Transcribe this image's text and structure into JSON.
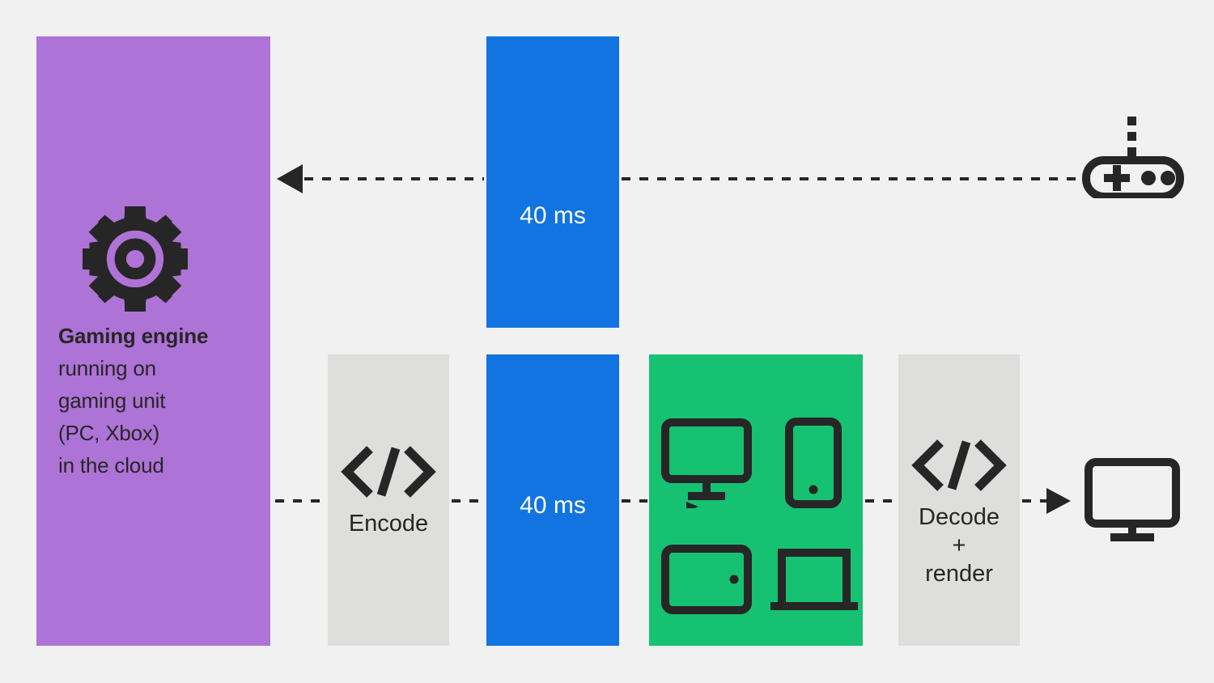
{
  "background_color": "#f1f1f1",
  "colors": {
    "purple": "#ae73d6",
    "blue": "#1274e0",
    "green": "#16c172",
    "gray": "#dededd",
    "ink": "#262626",
    "white": "#ffffff"
  },
  "engine_panel": {
    "icon": "gear-icon",
    "title": "Gaming engine",
    "body": "running on\ngaming unit\n(PC, Xbox)\nin the cloud"
  },
  "latency": {
    "top_label": "40 ms",
    "bottom_label": "40 ms"
  },
  "encode": {
    "icon": "code-icon",
    "label": "Encode"
  },
  "decode": {
    "icon": "code-icon",
    "label": "Decode\n+\nrender"
  },
  "devices": {
    "items": [
      {
        "name": "tv-icon"
      },
      {
        "name": "phone-icon"
      },
      {
        "name": "tablet-icon"
      },
      {
        "name": "laptop-icon"
      }
    ]
  },
  "input_device": {
    "icon": "gamepad-icon"
  },
  "output_device": {
    "icon": "monitor-icon"
  },
  "connectors": {
    "uplink_arrow": "arrow-left",
    "downlink_arrow": "arrow-right"
  }
}
